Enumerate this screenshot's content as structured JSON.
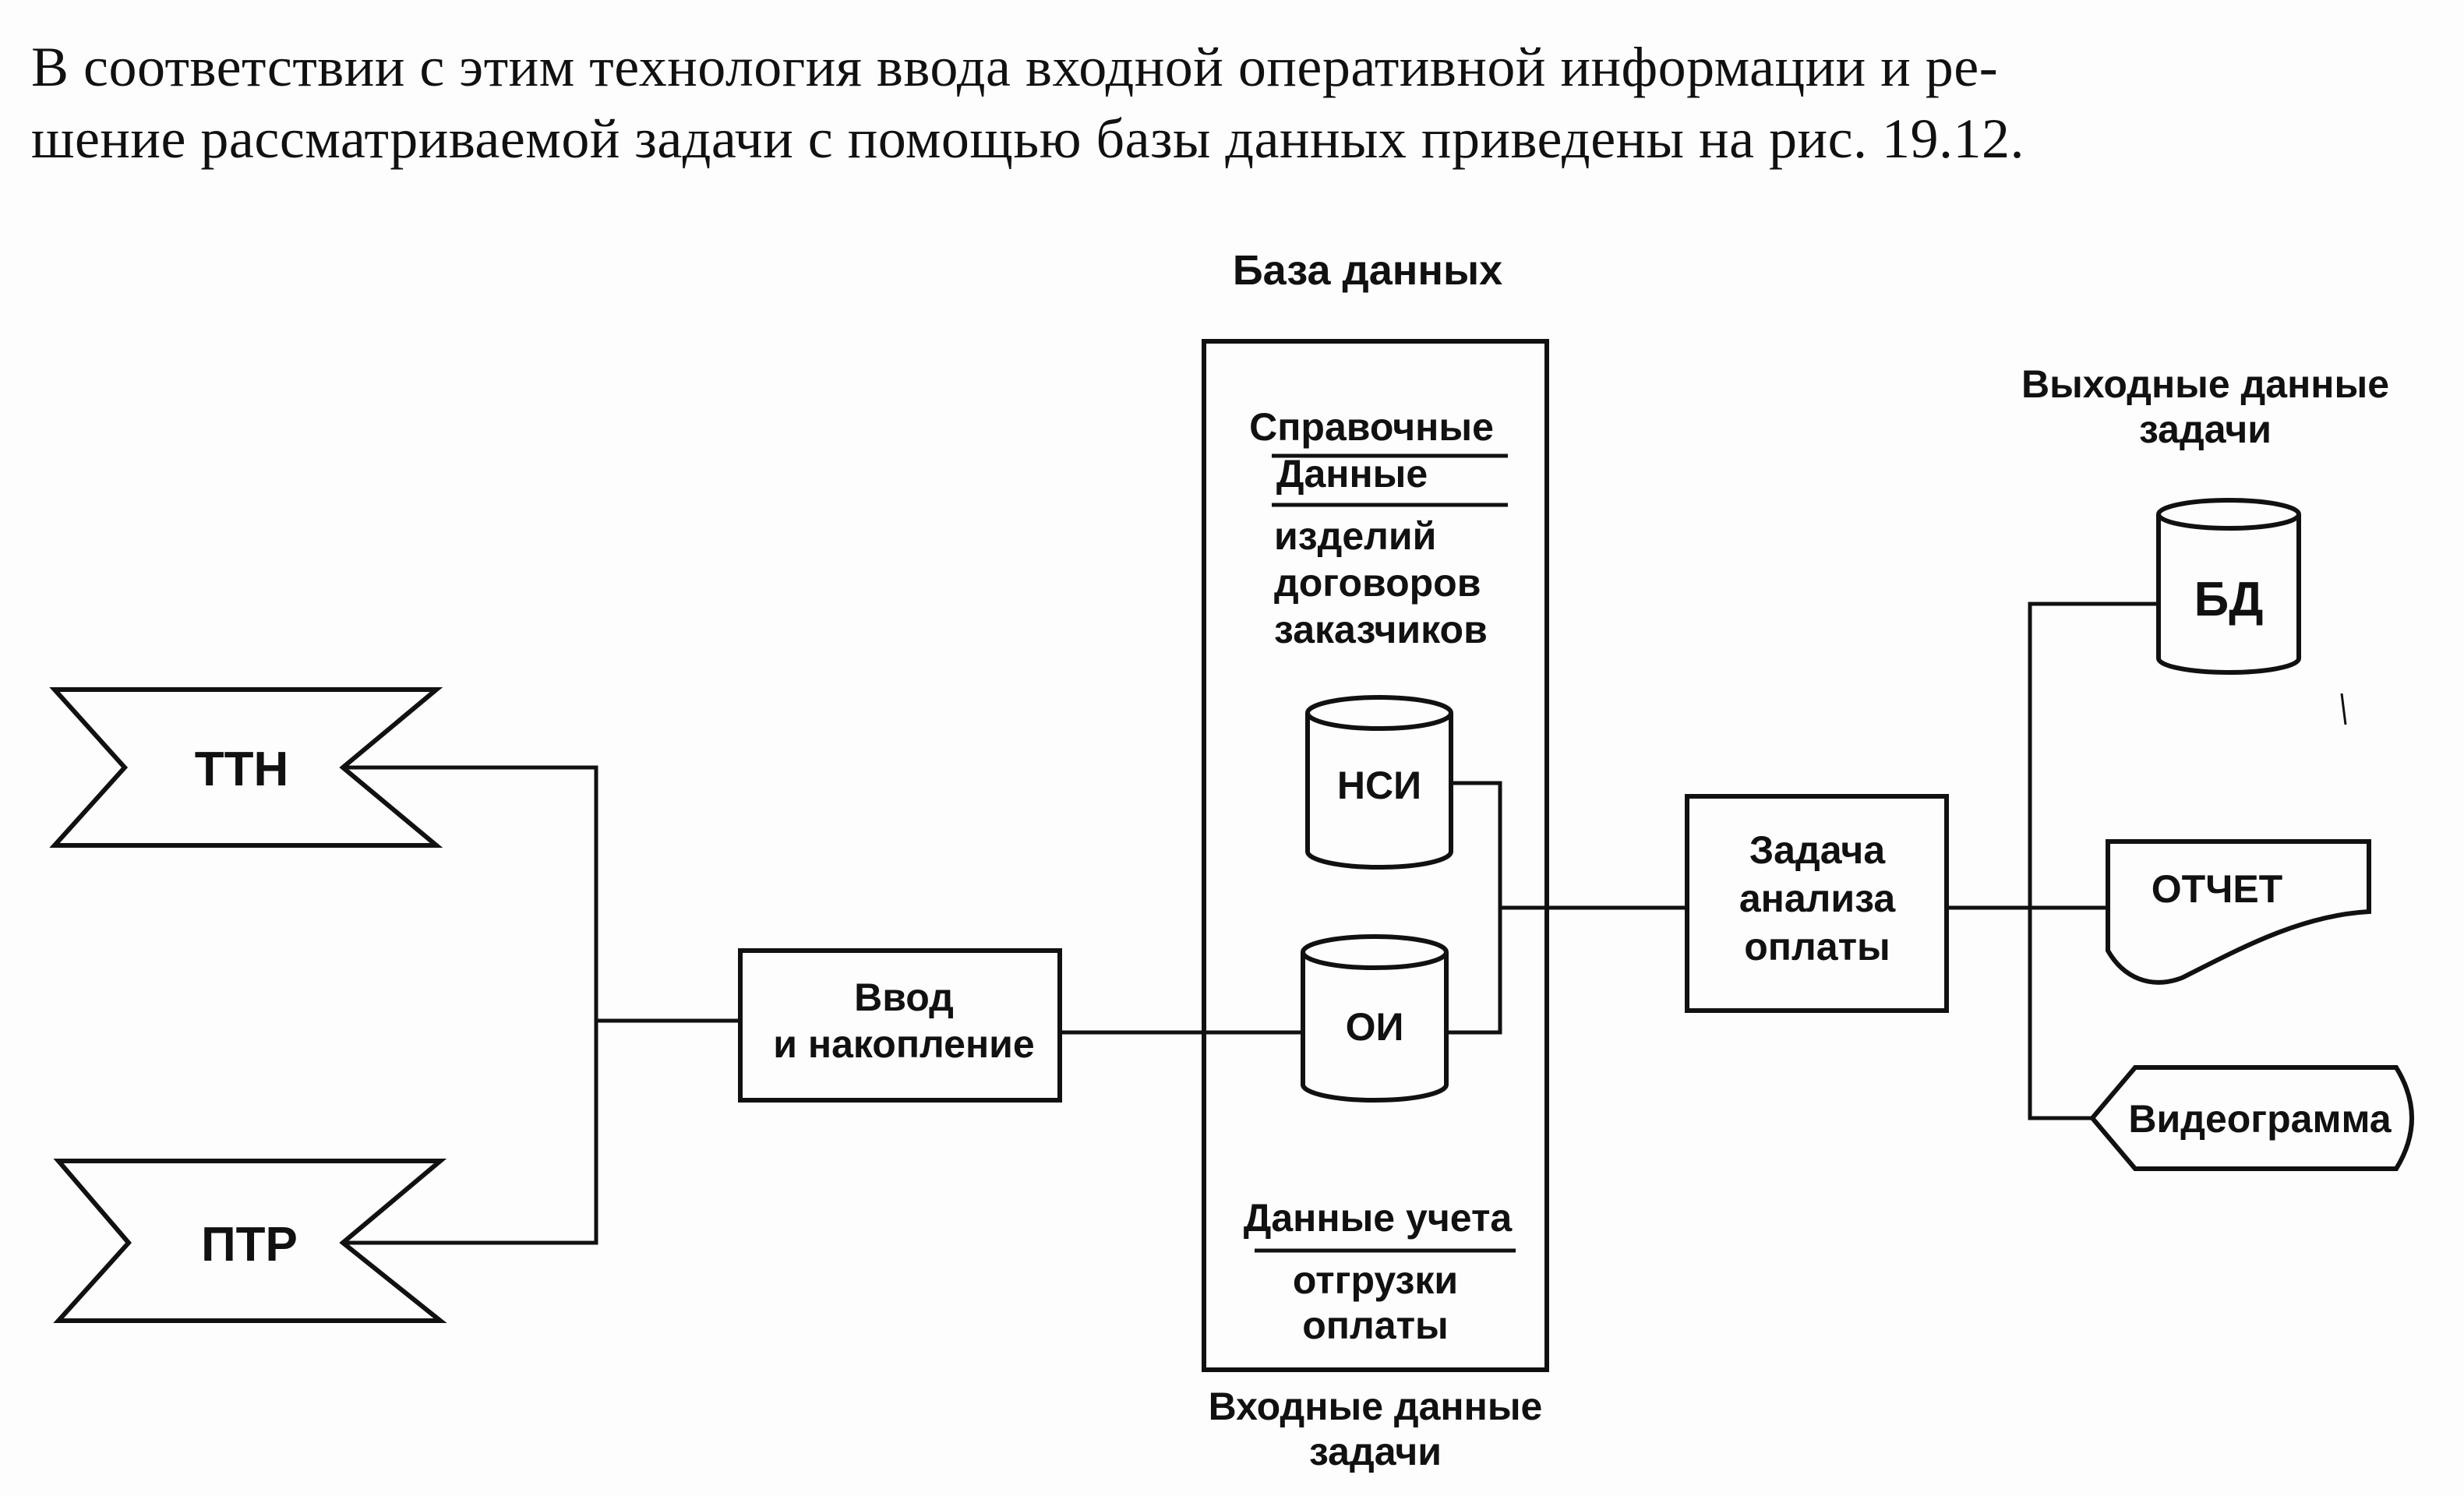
{
  "intro": {
    "line1": "В соответствии с этим технология ввода входной оперативной информации и ре-",
    "line2": "шение рассматриваемой задачи с помощью базы данных приведены на рис. 19.12."
  },
  "diagram": {
    "db_title": "База данных",
    "ref_header1": "Справочные",
    "ref_header2": "Данные",
    "ref_items": [
      "изделий",
      "договоров",
      "заказчиков"
    ],
    "nsi": "НСИ",
    "oi": "ОИ",
    "acc_header": "Данные учета",
    "acc_items": [
      "отгрузки",
      "оплаты"
    ],
    "input_caption1": "Входные данные",
    "input_caption2": "задачи",
    "ttn": "ТТН",
    "ptr": "ПТР",
    "vvod1": "Ввод",
    "vvod2": "и накопление",
    "task1": "Задача",
    "task2": "анализа",
    "task3": "оплаты",
    "output_caption1": "Выходные данные",
    "output_caption2": "задачи",
    "bd": "БД",
    "report": "ОТЧЕТ",
    "videogram": "Видеограмма"
  }
}
